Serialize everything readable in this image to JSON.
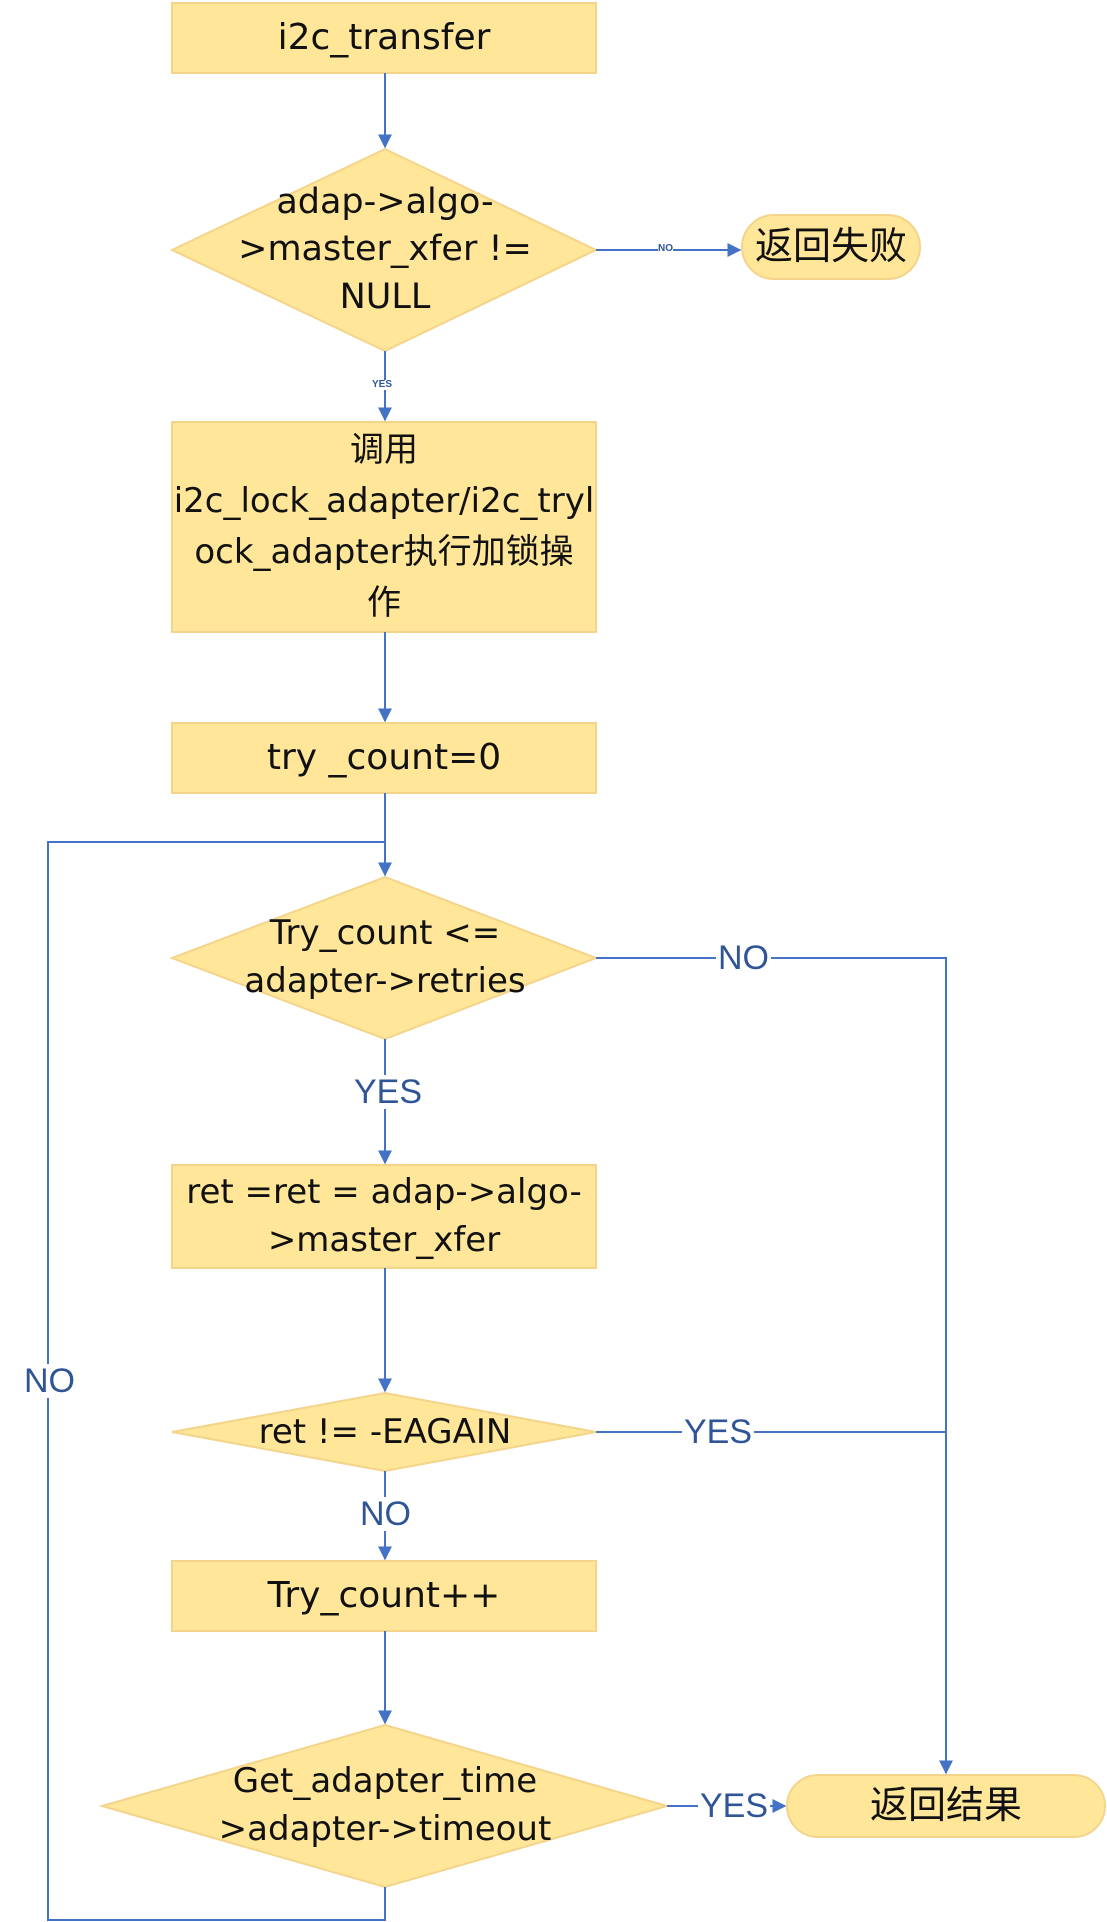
{
  "colors": {
    "fill": "#FFE699",
    "stroke": "#F4D48A",
    "edge": "#4472C4",
    "label": "#2F5597",
    "text": "#111111"
  },
  "nodes": {
    "start": "i2c_transfer",
    "check_xfer": ">master_xfer != NULL",
    "check_xfer_lines": [
      "adap->algo-",
      ">master_xfer !=",
      "NULL"
    ],
    "return_fail": "返回失败",
    "lock": [
      "调用",
      "i2c_lock_adapter/i2c_tryl",
      "ock_adapter执行加锁操",
      "作"
    ],
    "init_count": "try _count=0",
    "check_retries": [
      "Try_count <=",
      "adapter->retries"
    ],
    "call_xfer": [
      "ret =ret = adap->algo-",
      ">master_xfer"
    ],
    "check_again": "ret != -EAGAIN",
    "increment": "Try_count++",
    "check_timeout": [
      "Get_adapter_time",
      ">adapter->timeout"
    ],
    "return_result": "返回结果"
  },
  "edge_labels": {
    "xfer_no": "NO",
    "xfer_yes": "YES",
    "retries_no": "NO",
    "retries_yes": "YES",
    "again_yes": "YES",
    "again_no": "NO",
    "timeout_yes": "YES",
    "timeout_no": "NO"
  }
}
